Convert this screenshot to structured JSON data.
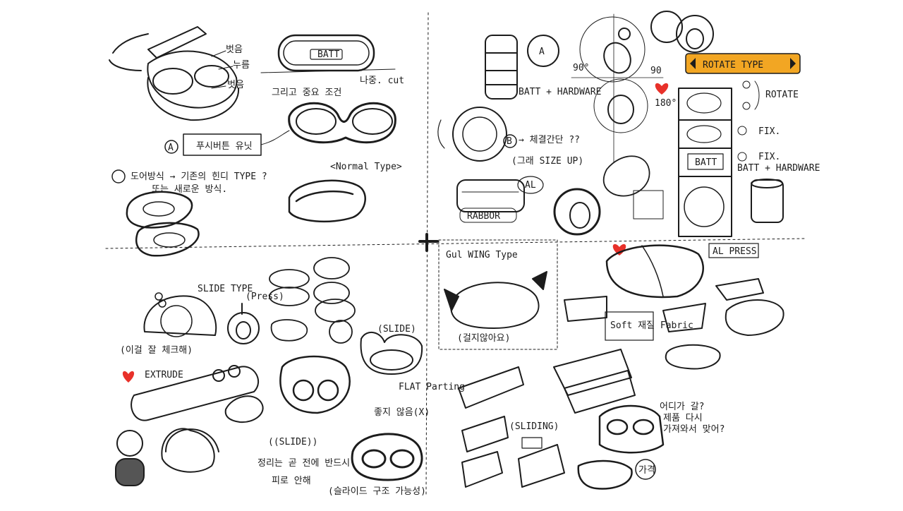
{
  "sheet": {
    "accent_red": "#e8312a",
    "accent_orange": "#f2a623",
    "labels": {
      "batt_top": "BATT",
      "circle_a": "A",
      "korean_case": "푸시버튼 유닛",
      "normal_type": "<Normal Type>",
      "normal_note_1": "도어방식 → 기존의 힌디 TYPE ?",
      "normal_note_2": "또는 새로운 방식.",
      "circle_b": "B",
      "batt_hardware": "BATT + HARDWARE",
      "b_note": "→ 체결간단 ??",
      "size_up": "(그래 SIZE UP)",
      "rotate_type": "ROTATE TYPE",
      "rotate": "ROTATE",
      "fix_1": "FIX.",
      "fix_2": "FIX.",
      "batt_hardware_2": "BATT + HARDWARE",
      "angle_90a": "90°",
      "angle_90b": "90",
      "angle_180": "180°",
      "batt_box": "BATT",
      "al_a": "AL",
      "rabbor": "RABBOR",
      "circle_a2": "A",
      "gul_wing_type": "Gul WING Type",
      "gul_wing_note": "(걸지않아요)",
      "al_press": "AL PRESS",
      "soft_fabric": "Soft 재질 Fabric",
      "slide_type": "SLIDE TYPE",
      "press": "(Press)",
      "slide_note": "(이걸 잘 체크해)",
      "extrude": "EXTRUDE",
      "slide_paren": "(SLIDE)",
      "flat_parting": "FLAT Parting",
      "slide_big": "((SLIDE))",
      "slide_note_2": "정리는 곧 전에 반드시",
      "slide_note_3": "피로 안해",
      "slide_note_4": "(슬라이드 구조 가능성)",
      "sliding": "(SLIDING)",
      "sliding_note_1": "어디가 갈?",
      "sliding_note_2": "제품 다시",
      "sliding_note_3": "가져와서 맞어?",
      "cost": "가격",
      "nope": "좋지 않음(X)",
      "naso": "나중. cut"
    }
  }
}
